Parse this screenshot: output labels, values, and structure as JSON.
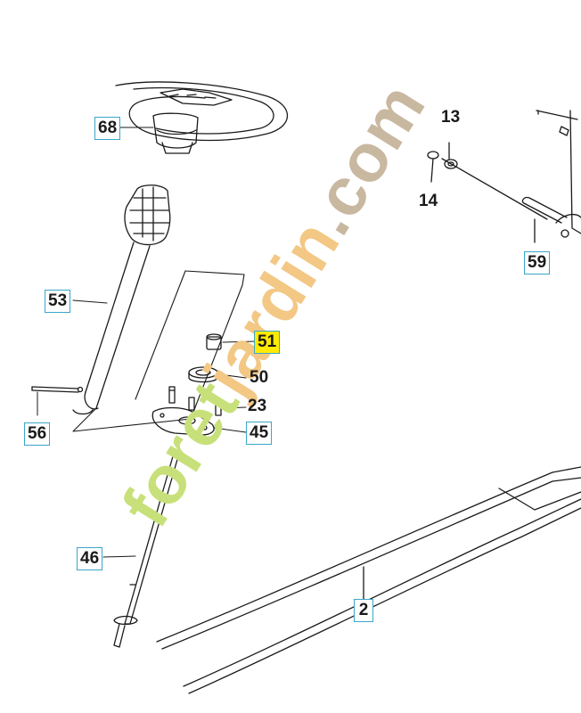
{
  "parts": {
    "p68": "68",
    "p53": "53",
    "p56": "56",
    "p51": "51",
    "p50": "50",
    "p23": "23",
    "p45": "45",
    "p46": "46",
    "p2": "2",
    "p13": "13",
    "p14": "14",
    "p59": "59"
  },
  "watermark": {
    "part1": "foret",
    "part2": "jardin",
    "part3": ".com"
  },
  "colors": {
    "callout_border": "#3aa6c9",
    "highlight": "#ffea00",
    "watermark_green": "#c8e07a",
    "watermark_orange": "#f3c784",
    "watermark_brown": "#c9b8a0",
    "line": "#1a1a1a"
  }
}
